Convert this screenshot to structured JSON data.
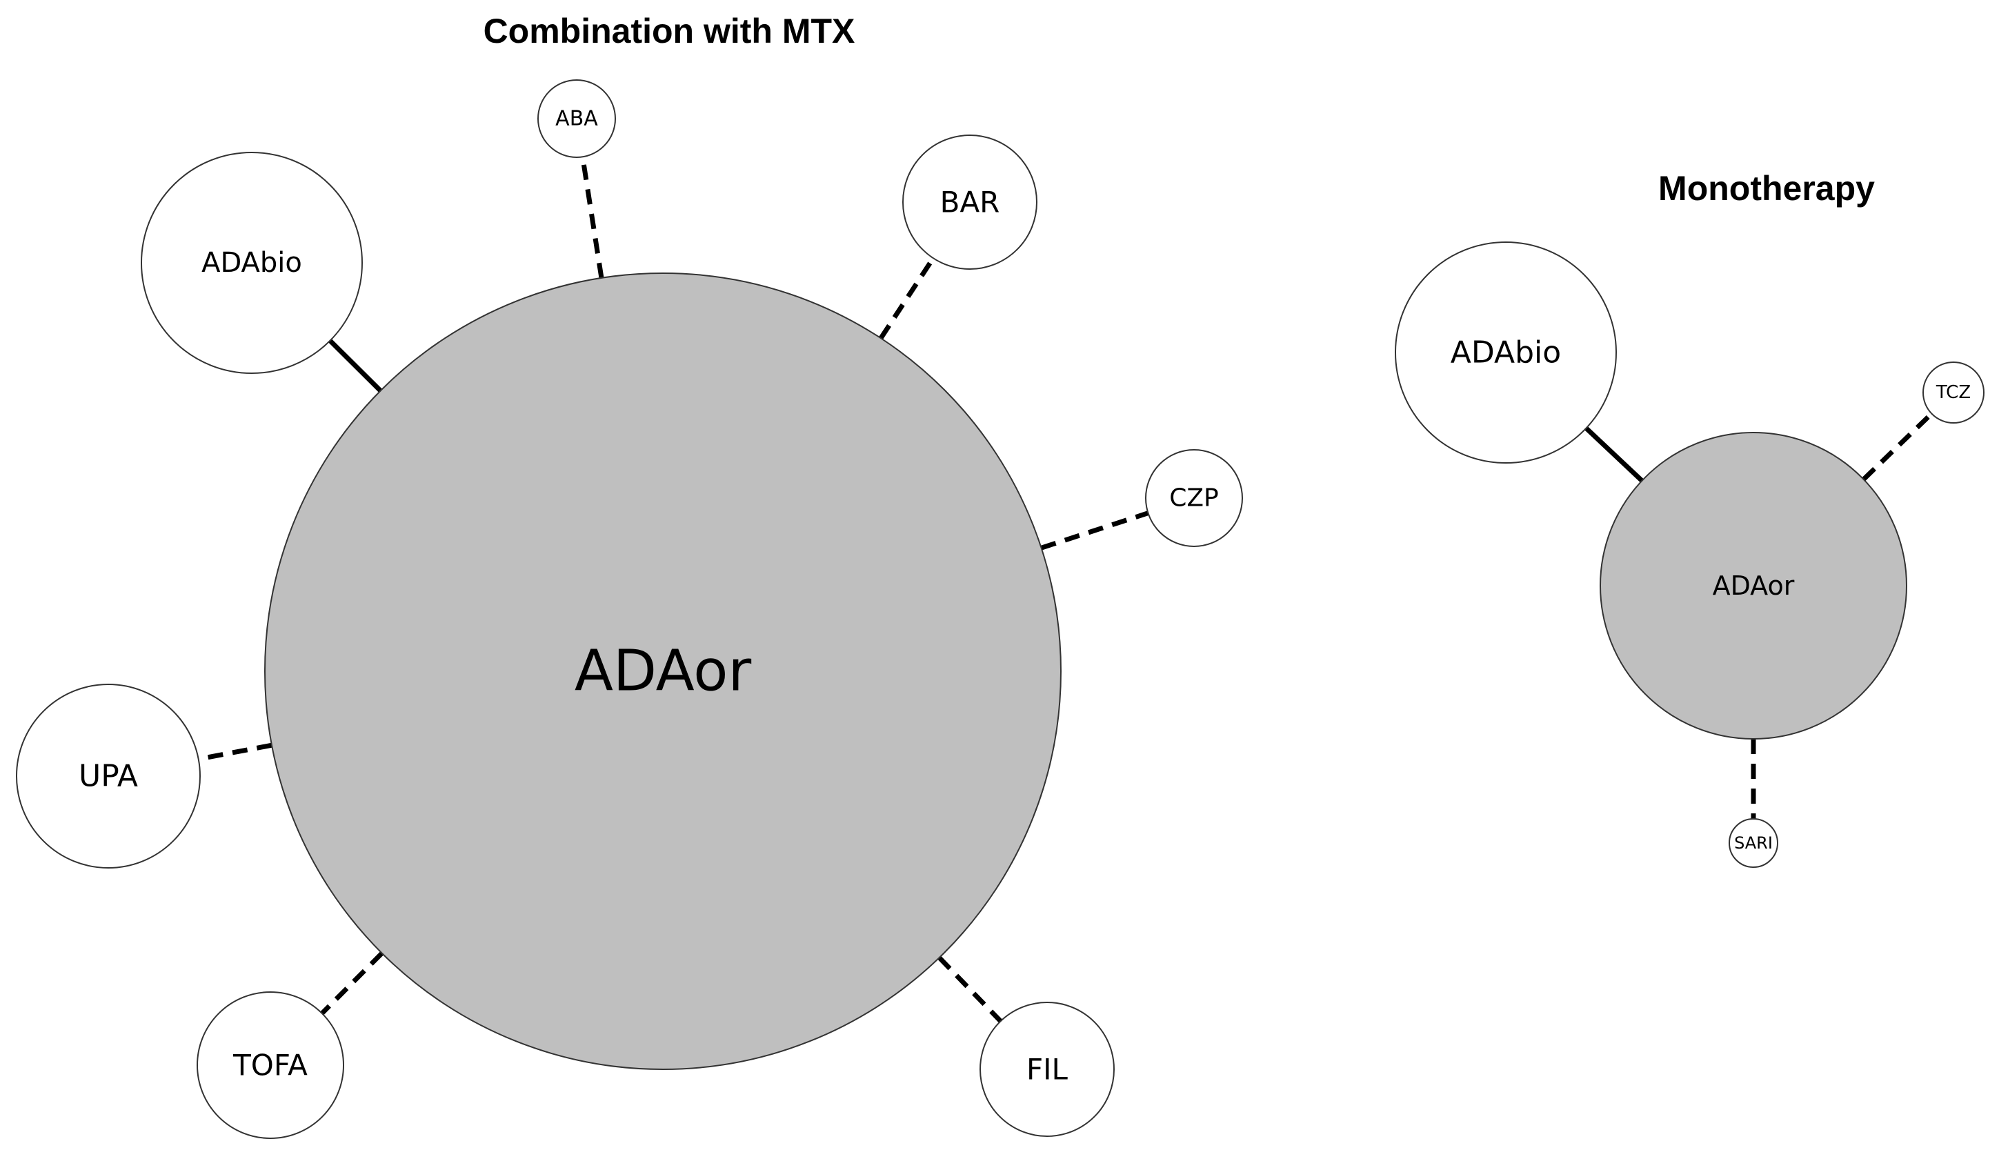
{
  "panels": [
    {
      "id": "combination",
      "title": "Combination with MTX",
      "center": {
        "label": "ADAor",
        "fill": "#bfbfbf"
      },
      "nodes": [
        {
          "id": "aba",
          "label": "ABA",
          "link": "dashed"
        },
        {
          "id": "bar",
          "label": "BAR",
          "link": "dashed"
        },
        {
          "id": "adabio",
          "label": "ADAbio",
          "link": "solid"
        },
        {
          "id": "czp",
          "label": "CZP",
          "link": "dashed"
        },
        {
          "id": "upa",
          "label": "UPA",
          "link": "dashed"
        },
        {
          "id": "tofa",
          "label": "TOFA",
          "link": "dashed"
        },
        {
          "id": "fil",
          "label": "FIL",
          "link": "dashed"
        }
      ]
    },
    {
      "id": "monotherapy",
      "title": "Monotherapy",
      "center": {
        "label": "ADAor",
        "fill": "#bfbfbf"
      },
      "nodes": [
        {
          "id": "adabio",
          "label": "ADAbio",
          "link": "solid"
        },
        {
          "id": "tcz",
          "label": "TCZ",
          "link": "dashed"
        },
        {
          "id": "sari",
          "label": "SARI",
          "link": "dashed"
        }
      ]
    }
  ]
}
